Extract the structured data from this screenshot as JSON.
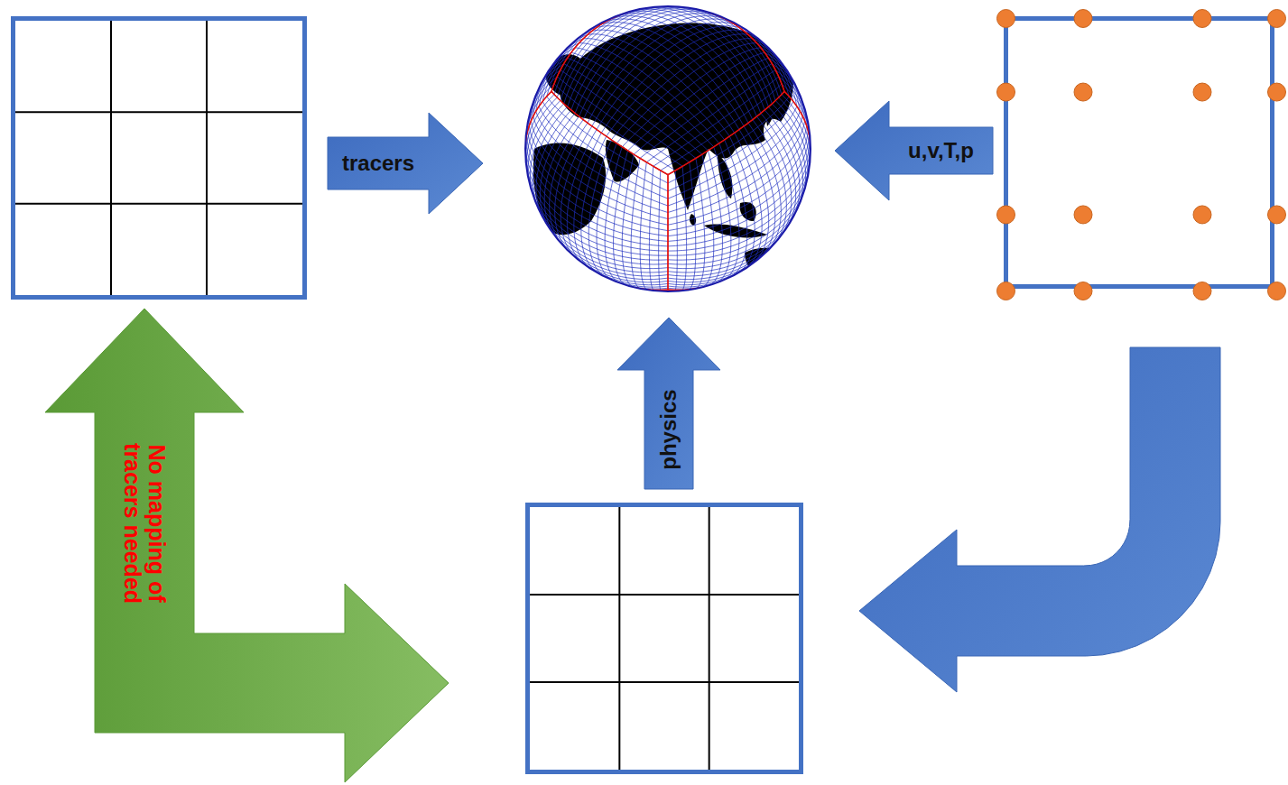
{
  "diagram": {
    "nodes": [
      {
        "text": []
      },
      {
        "text": []
      },
      {
        "text": []
      },
      {
        "text": []
      }
    ],
    "edges": [
      {
        "from": 0,
        "to": 1,
        "arrow": "to",
        "label": "tracers"
      },
      {
        "from": 2,
        "to": 1,
        "arrow": "to",
        "label": "u,v,T,p"
      },
      {
        "from": 3,
        "to": 1,
        "arrow": "to",
        "label": "physics"
      },
      {
        "from": 2,
        "to": 3,
        "arrow": "to"
      },
      {
        "from": 3,
        "to": 0,
        "arrow": "both",
        "label": "No mapping of tracers needed"
      }
    ]
  }
}
